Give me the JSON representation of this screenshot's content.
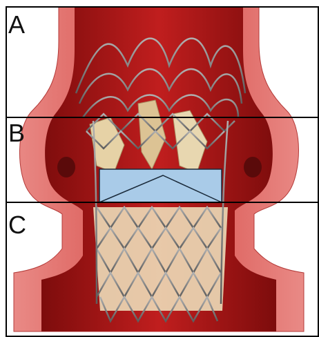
{
  "zones": [
    {
      "id": "A",
      "label": "A"
    },
    {
      "id": "B",
      "label": "B"
    },
    {
      "id": "C",
      "label": "C"
    }
  ],
  "colors": {
    "aorta_outer": "#d9615e",
    "aorta_mid": "#c92a2a",
    "lumen": "#a51414",
    "lumen_dark": "#7d0c0c",
    "coronary_ostium": "#5a0a0a",
    "stent_frame": "#9a9a9a",
    "leaflet": "#e6d2a6",
    "implant_zone": "#a9cbe8",
    "divider": "#000000"
  },
  "icons": [
    "coronary-ostium-left",
    "coronary-ostium-right",
    "stent-frame",
    "valve-leaflets"
  ]
}
